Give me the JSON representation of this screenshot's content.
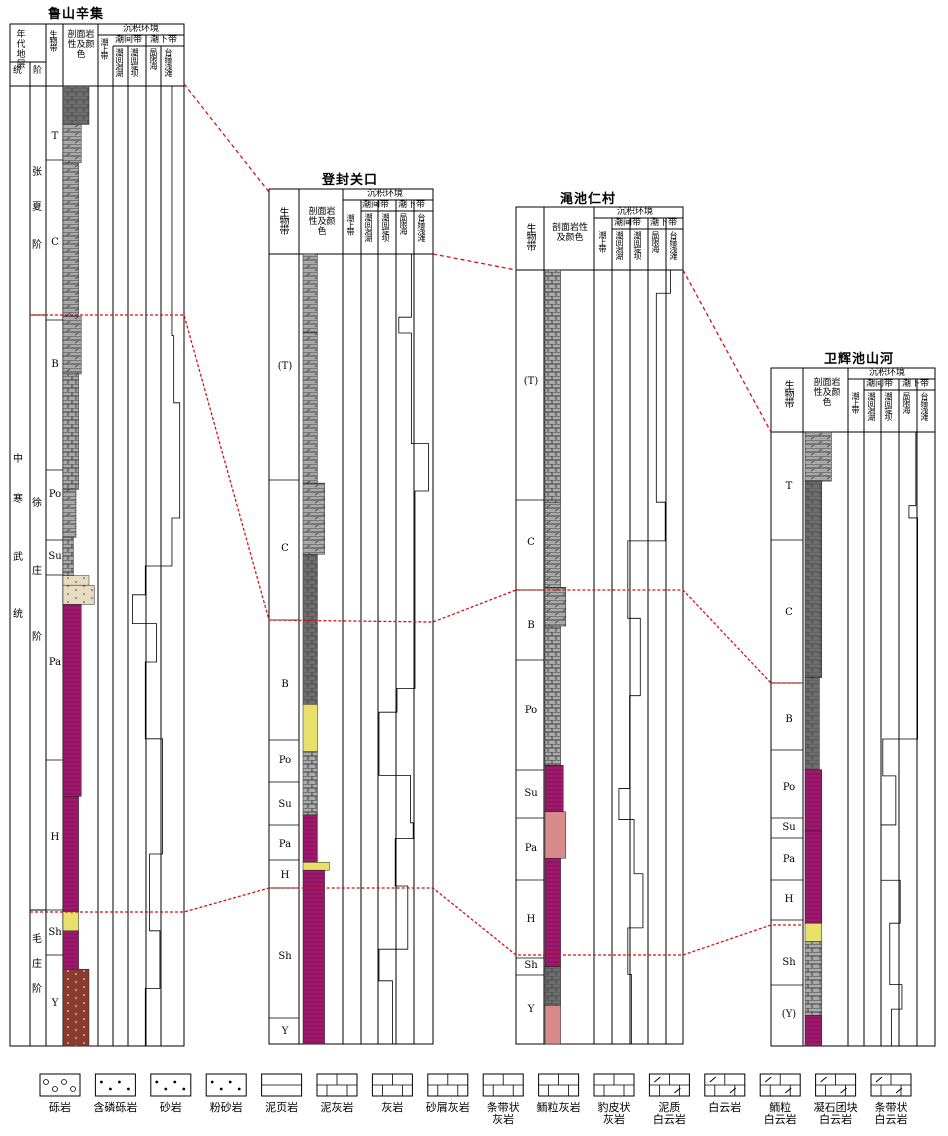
{
  "sections": [
    {
      "id": "lushan",
      "title": "鲁山辛集",
      "header": {
        "era": "年代地层",
        "series": "统",
        "stage": "阶",
        "zone": "生物带",
        "litho": "剖面岩性及颜色",
        "env": "沉积环境",
        "intertidal": "潮间带",
        "subtidal": "潮下带",
        "supratidal": "潮上带",
        "lagoon": "潮间潟湖",
        "bank": "潮间堤坝",
        "restricted": "局限海",
        "shoal": "台缘浅滩"
      },
      "series_name": [
        "中",
        "寒",
        "武",
        "统"
      ],
      "stages": [
        {
          "chars": [
            "张",
            "夏",
            "阶"
          ]
        },
        {
          "chars": [
            "徐",
            "庄",
            "阶"
          ]
        },
        {
          "chars": [
            "毛",
            "庄",
            "阶"
          ]
        }
      ],
      "zones": [
        "T",
        "C",
        "B",
        "Po",
        "Su",
        "Pa",
        "H",
        "Sh",
        "Y"
      ]
    },
    {
      "id": "dengfeng",
      "title": "登封关口",
      "zones": [
        "(T)",
        "C",
        "B",
        "Po",
        "Su",
        "Pa",
        "H",
        "Sh",
        "Y"
      ]
    },
    {
      "id": "mianchi",
      "title": "渑池仁村",
      "zones": [
        "(T)",
        "C",
        "B",
        "Po",
        "Su",
        "Pa",
        "H",
        "Sh",
        "Y"
      ]
    },
    {
      "id": "weihui",
      "title": "卫辉池山河",
      "zones": [
        "T",
        "C",
        "B",
        "Po",
        "Su",
        "Pa",
        "H",
        "Sh",
        "(Y)"
      ]
    }
  ],
  "legend": [
    {
      "name": "conglomerate",
      "label": [
        "砾岩"
      ]
    },
    {
      "name": "phosphatic-conglomerate",
      "label": [
        "含磷砾岩"
      ]
    },
    {
      "name": "sandstone",
      "label": [
        "砂岩"
      ]
    },
    {
      "name": "siltstone",
      "label": [
        "粉砂岩"
      ]
    },
    {
      "name": "mudstone",
      "label": [
        "泥页岩"
      ]
    },
    {
      "name": "argillaceous-limestone",
      "label": [
        "泥灰岩"
      ]
    },
    {
      "name": "limestone",
      "label": [
        "灰岩"
      ]
    },
    {
      "name": "calcirudite",
      "label": [
        "砂屑灰岩"
      ]
    },
    {
      "name": "banded-limestone",
      "label": [
        "条带状",
        "灰岩"
      ]
    },
    {
      "name": "oolitic-limestone",
      "label": [
        "鲕粒灰岩"
      ]
    },
    {
      "name": "leopard-limestone",
      "label": [
        "豹皮状",
        "灰岩"
      ]
    },
    {
      "name": "argillaceous-dolomite",
      "label": [
        "泥质",
        "白云岩"
      ]
    },
    {
      "name": "dolomite",
      "label": [
        "白云岩"
      ]
    },
    {
      "name": "oolitic-dolomite",
      "label": [
        "鲕粒",
        "白云岩"
      ]
    },
    {
      "name": "thrombolite-dolomite",
      "label": [
        "凝石团块",
        "白云岩"
      ]
    },
    {
      "name": "banded-dolomite",
      "label": [
        "条带状",
        "白云岩"
      ]
    }
  ],
  "colors": {
    "limestone_gray": "#a9a9a9",
    "dark_gray": "#6e6e6e",
    "purple": "#a0196e",
    "magenta": "#9b1d7a",
    "pink": "#d98b8b",
    "yellow": "#e8e06a",
    "brown": "#8b3b2e",
    "correlation_red": "#d11515"
  }
}
